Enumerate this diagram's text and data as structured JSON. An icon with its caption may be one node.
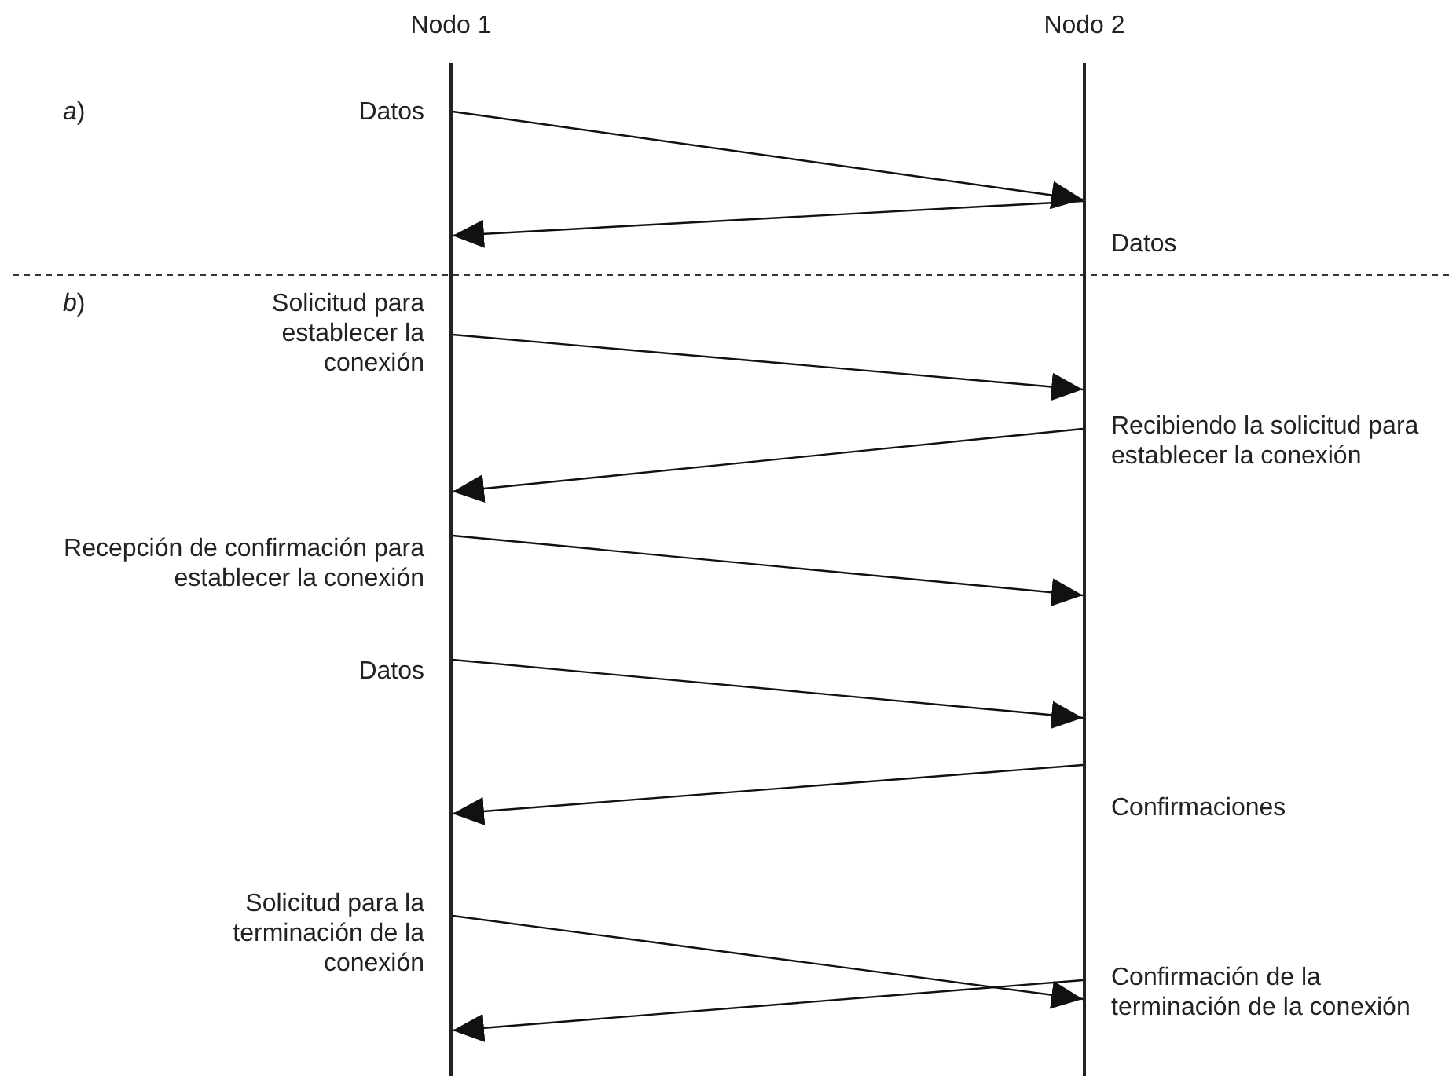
{
  "diagram": {
    "nodes": [
      {
        "text": [
          "Nodo 1"
        ]
      },
      {
        "text": [
          "Nodo 2"
        ]
      }
    ],
    "edges": [
      {
        "from": 0,
        "to": 1,
        "arrow": "to",
        "label": "Datos"
      },
      {
        "from": 1,
        "to": 0,
        "arrow": "to",
        "label": "Datos"
      },
      {
        "from": 0,
        "to": 1,
        "arrow": "to",
        "label": "Solicitud para establecer la conexión"
      },
      {
        "from": 1,
        "to": 0,
        "arrow": "to",
        "label": "Recibiendo la solicitud para establecer la conexión"
      },
      {
        "from": 0,
        "to": 1,
        "arrow": "to",
        "label": "Recepción de confirmación para establecer la conexión"
      },
      {
        "from": 0,
        "to": 1,
        "arrow": "to",
        "label": "Datos"
      },
      {
        "from": 1,
        "to": 0,
        "arrow": "to",
        "label": "Confirmaciones"
      },
      {
        "from": 0,
        "to": 1,
        "arrow": "to",
        "label": "Solicitud para la terminación de la conexión"
      },
      {
        "from": 1,
        "to": 0,
        "arrow": "to",
        "label": "Confirmación de la terminación de la conexión"
      }
    ],
    "labels": [
      "*a*)",
      "*b*)"
    ]
  }
}
